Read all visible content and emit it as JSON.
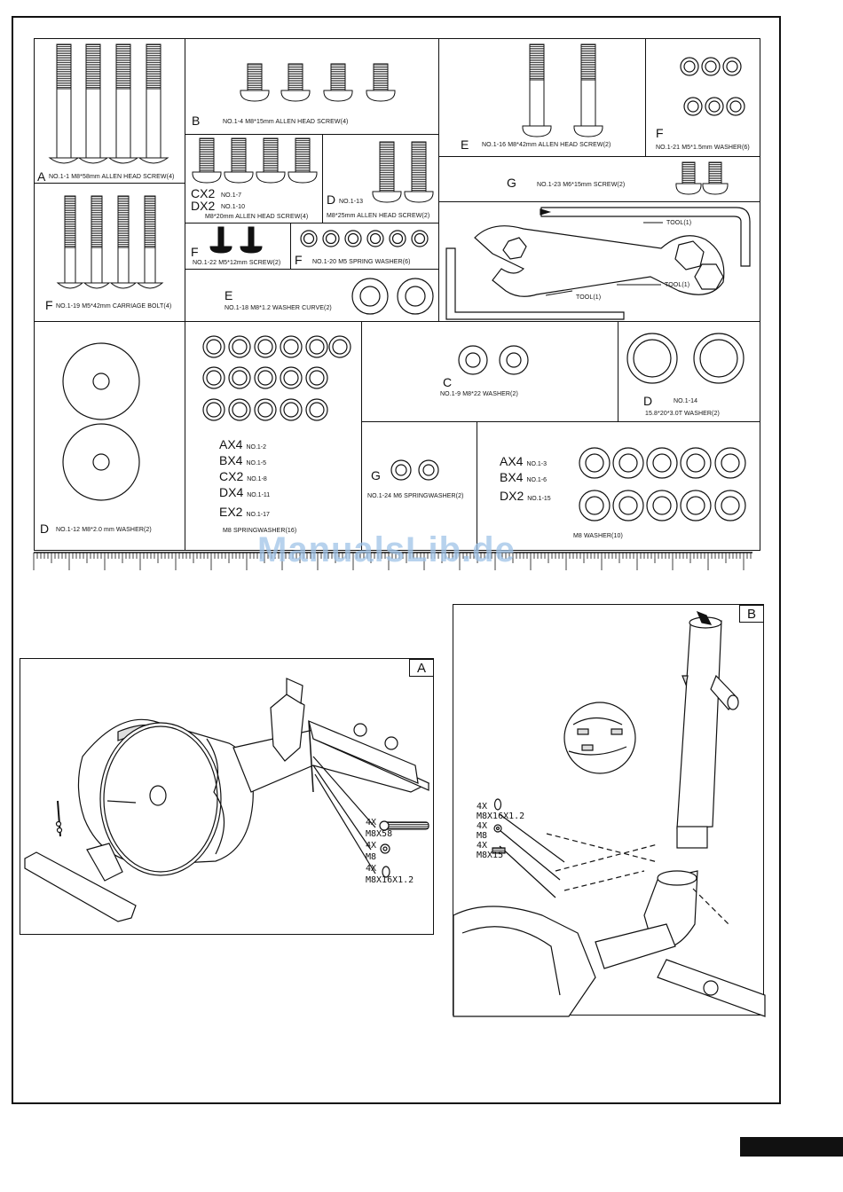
{
  "parts": {
    "a": {
      "letter": "A",
      "desc": "NO.1-1 M8*58mm ALLEN HEAD SCREW(4)"
    },
    "b": {
      "letter": "B",
      "desc": "NO.1-4   M8*15mm ALLEN HEAD SCREW(4)"
    },
    "e_top": {
      "letter": "E",
      "desc": "NO.1-16 M8*42mm ALLEN HEAD SCREW(2)"
    },
    "f_top": {
      "letter": "F",
      "desc": "NO.1-21 M5*1.5mm WASHER(6)"
    },
    "cx_dx": {
      "l1": "CX2",
      "n1": "NO.1-7",
      "l2": "DX2",
      "n2": "NO.1-10",
      "desc": "M8*20mm ALLEN HEAD SCREW(4)"
    },
    "d13": {
      "letter": "D",
      "num": "NO.1-13",
      "desc": "M8*25mm ALLEN HEAD SCREW(2)"
    },
    "g23": {
      "letter": "G",
      "desc": "NO.1-23 M6*15mm SCREW(2)"
    },
    "f22": {
      "letter": "F",
      "desc": "NO.1-22 M5*12mm SCREW(2)"
    },
    "f20": {
      "letter": "F",
      "desc": "NO.1-20 M5 SPRING WASHER(6)"
    },
    "tools": {
      "t1": "TOOL(1)",
      "t2": "TOOL(1)",
      "t3": "TOOL(1)"
    },
    "f19": {
      "letter": "F",
      "desc": "NO.1-19 M5*42mm CARRIAGE BOLT(4)"
    },
    "e18": {
      "letter": "E",
      "desc": "NO.1-18 M8*1.2 WASHER CURVE(2)"
    },
    "d12": {
      "letter": "D",
      "desc": "NO.1-12   M8*2.0 mm WASHER(2)"
    },
    "spring16": {
      "rows": [
        {
          "l": "AX4",
          "n": "NO.1-2"
        },
        {
          "l": "BX4",
          "n": "NO.1-5"
        },
        {
          "l": "CX2",
          "n": "NO.1-8"
        },
        {
          "l": "DX4",
          "n": "NO.1-11"
        },
        {
          "l": "EX2",
          "n": "NO.1-17"
        }
      ],
      "desc": "M8 SPRINGWASHER(16)"
    },
    "c9": {
      "letter": "C",
      "desc": "NO.1-9 M8*22  WASHER(2)"
    },
    "d14": {
      "letter": "D",
      "num": "NO.1-14",
      "desc": "15.8*20*3.0T WASHER(2)"
    },
    "g24": {
      "letter": "G",
      "desc": "NO.1-24 M6 SPRINGWASHER(2)"
    },
    "m8w": {
      "rows": [
        {
          "l": "AX4",
          "n": "NO.1-3"
        },
        {
          "l": "BX4",
          "n": "NO.1-6"
        },
        {
          "l": "DX2",
          "n": "NO.1-15"
        }
      ],
      "desc": "M8  WASHER(10)"
    }
  },
  "watermark": "ManualsLib.de",
  "stepA": {
    "tag": "A",
    "callouts": [
      {
        "qty": "4X",
        "part": "M8X58"
      },
      {
        "qty": "4X",
        "part": "M8"
      },
      {
        "qty": "4X",
        "part": "M8X16X1.2"
      }
    ]
  },
  "stepB": {
    "tag": "B",
    "callouts": [
      {
        "qty": "4X",
        "part": "M8X16X1.2"
      },
      {
        "qty": "4X",
        "part": "M8"
      },
      {
        "qty": "4X",
        "part": "M8X15"
      }
    ]
  }
}
